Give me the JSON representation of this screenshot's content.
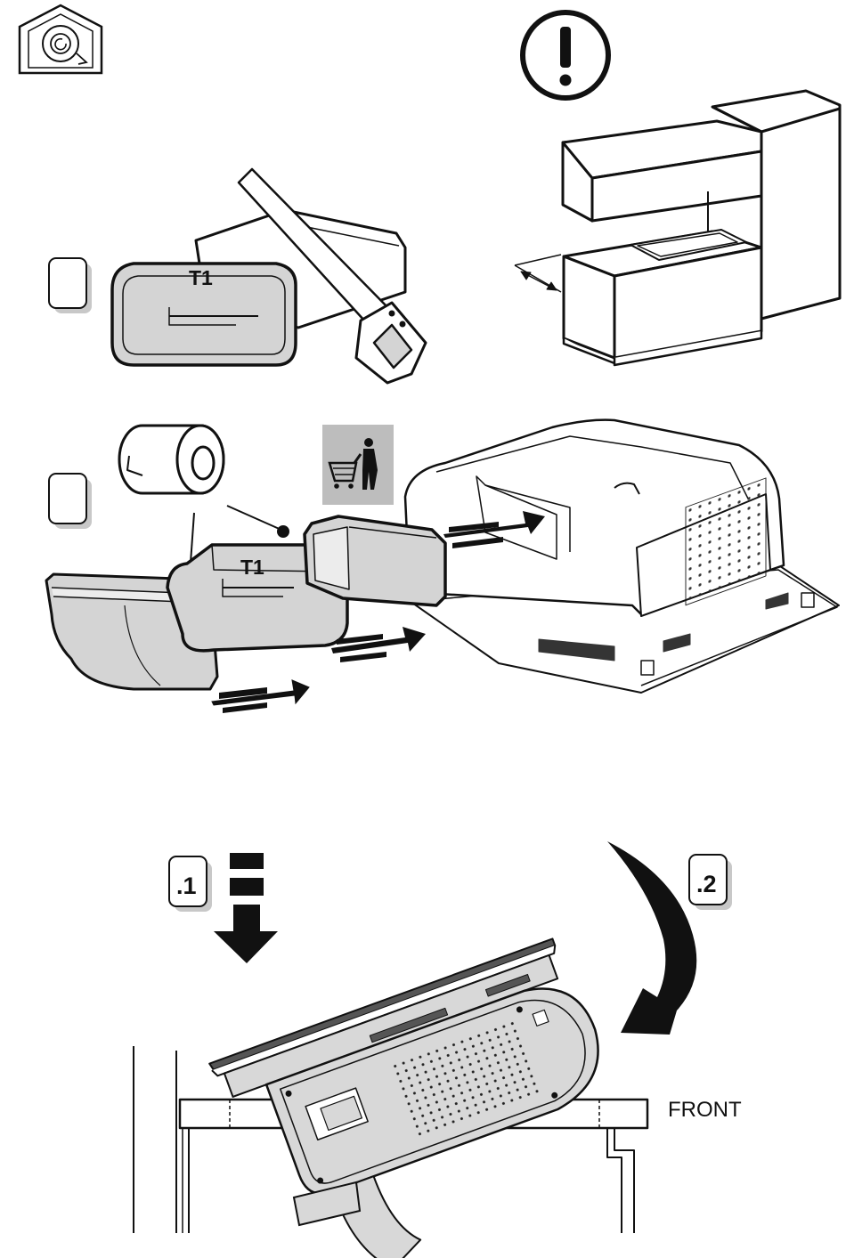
{
  "labels": {
    "t1_top": "T1",
    "t1_mid": "T1",
    "step_1": ".1",
    "step_2": ".2",
    "front": "FRONT"
  },
  "icons": {
    "recirculation": "recirculation-house-icon",
    "warning": "exclamation-icon",
    "shop": "shopping-cart-icon",
    "tape": "tape-roll-icon",
    "saw": "saw-icon",
    "arrow": "arrow-icon"
  },
  "colors": {
    "line": "#111111",
    "duct_fill": "#d4d4d4",
    "icon_bg": "#bdbdbd",
    "shadow": "#c8c8c8"
  }
}
